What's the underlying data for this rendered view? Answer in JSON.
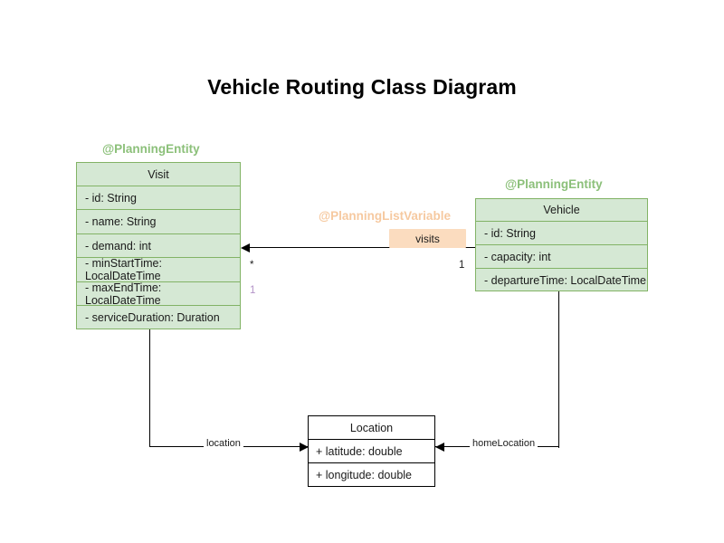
{
  "title": "Vehicle Routing Class Diagram",
  "colors": {
    "entity_fill": "#d5e8d4",
    "entity_border": "#82b366",
    "stereotype_green": "#8cc07a",
    "stereotype_orange": "#f6c9a0",
    "badge_fill": "#fbdcbf",
    "plain_fill": "#ffffff",
    "plain_border": "#000000",
    "multiplicity_violet": "#b392c8",
    "line": "#000000",
    "background": "#ffffff"
  },
  "classes": {
    "visit": {
      "stereotype": "@PlanningEntity",
      "name": "Visit",
      "attributes": [
        "- id: String",
        "- name: String",
        "- demand: int",
        "- minStartTime: LocalDateTime",
        "- maxEndTime: LocalDateTime",
        "- serviceDuration: Duration"
      ]
    },
    "vehicle": {
      "stereotype": "@PlanningEntity",
      "name": "Vehicle",
      "attributes": [
        "- id: String",
        "- capacity: int",
        "- departureTime: LocalDateTime"
      ]
    },
    "location": {
      "name": "Location",
      "attributes": [
        "+ latitude: double",
        "+ longitude: double"
      ]
    }
  },
  "relations": {
    "visits": {
      "stereotype": "@PlanningListVariable",
      "label": "visits",
      "source_multiplicity": "1",
      "target_multiplicity": "*",
      "extra_multiplicity": "1"
    },
    "visit_location": {
      "label": "location"
    },
    "vehicle_home_location": {
      "label": "homeLocation"
    }
  }
}
